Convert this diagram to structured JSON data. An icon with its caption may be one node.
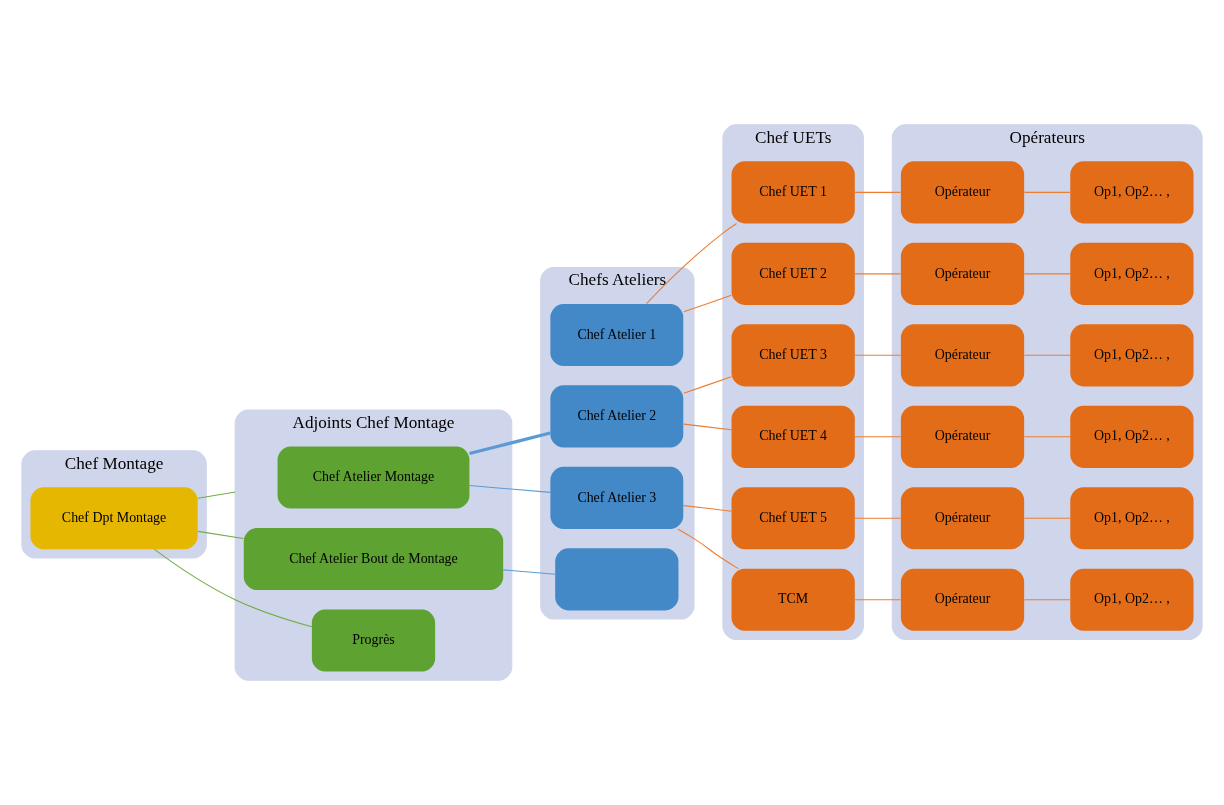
{
  "diagram": {
    "nodes": [
      {
        "text": [
          "Chef Montage"
        ]
      },
      {
        "text": [
          "Chef Dpt Montage"
        ],
        "in": 0
      },
      {
        "text": [
          "Adjoints Chef Montage"
        ]
      },
      {
        "text": [
          "Chef Atelier Montage"
        ],
        "in": 2
      },
      {
        "text": [
          "Chef Atelier Bout de Montage"
        ],
        "in": 2
      },
      {
        "text": [
          "Progrès"
        ],
        "in": 2
      },
      {
        "text": [
          "Chefs Ateliers"
        ]
      },
      {
        "text": [
          "Chef Atelier 1"
        ],
        "in": 6
      },
      {
        "text": [
          "Chef Atelier 2"
        ],
        "in": 6
      },
      {
        "text": [
          "Chef Atelier 3"
        ],
        "in": 6
      },
      {
        "text": [],
        "shape": "box",
        "in": 6
      },
      {
        "text": [
          "Chef UETs"
        ]
      },
      {
        "text": [
          "Chef UET 1"
        ],
        "in": 11
      },
      {
        "text": [
          "Chef UET 2"
        ],
        "in": 11
      },
      {
        "text": [
          "Chef UET 3"
        ],
        "in": 11
      },
      {
        "text": [
          "Chef UET 4"
        ],
        "in": 11
      },
      {
        "text": [
          "Chef UET 5"
        ],
        "in": 11
      },
      {
        "text": [
          "TCM"
        ],
        "in": 11
      },
      {
        "text": [
          "Opérateurs"
        ]
      },
      {
        "text": [
          "Opérateur"
        ],
        "in": 18
      },
      {
        "text": [
          "Op1, Op2… ,"
        ],
        "in": 18
      },
      {
        "text": [
          "Opérateur"
        ],
        "in": 18
      },
      {
        "text": [
          "Op1, Op2… ,"
        ],
        "in": 18
      },
      {
        "text": [
          "Opérateur"
        ],
        "in": 18
      },
      {
        "text": [
          "Op1, Op2… ,"
        ],
        "in": 18
      },
      {
        "text": [
          "Opérateur"
        ],
        "in": 18
      },
      {
        "text": [
          "Op1, Op2… ,"
        ],
        "in": 18
      },
      {
        "text": [
          "Opérateur"
        ],
        "in": 18
      },
      {
        "text": [
          "Op1, Op2… ,"
        ],
        "in": 18
      },
      {
        "text": [
          "Opérateur"
        ],
        "in": 18
      },
      {
        "text": [
          "Op1, Op2… ,"
        ],
        "in": 18
      }
    ],
    "edges": [
      {
        "from": 1,
        "to": 2,
        "arrow": "none",
        "color": "#70ad47"
      },
      {
        "from": 1,
        "to": 4,
        "arrow": "none",
        "color": "#70ad47"
      },
      {
        "from": 1,
        "to": 5,
        "arrow": "none",
        "color": "#70ad47"
      },
      {
        "from": 3,
        "to": 8,
        "arrow": "none",
        "style": "thick",
        "color": "#5b9bd5"
      },
      {
        "from": 3,
        "to": 9,
        "arrow": "none",
        "color": "#5b9bd5"
      },
      {
        "from": 4,
        "to": 10,
        "arrow": "none",
        "color": "#5b9bd5"
      },
      {
        "from": 7,
        "to": 12,
        "arrow": "none"
      },
      {
        "from": 7,
        "to": 13,
        "arrow": "none"
      },
      {
        "from": 8,
        "to": 14,
        "arrow": "none"
      },
      {
        "from": 8,
        "to": 15,
        "arrow": "none"
      },
      {
        "from": 9,
        "to": 16,
        "arrow": "none"
      },
      {
        "from": 9,
        "to": 17,
        "arrow": "none"
      },
      {
        "from": 12,
        "to": 19,
        "arrow": "none"
      },
      {
        "from": 19,
        "to": 20,
        "arrow": "none"
      },
      {
        "from": 13,
        "to": 21,
        "arrow": "none"
      },
      {
        "from": 21,
        "to": 22,
        "arrow": "none"
      },
      {
        "from": 14,
        "to": 23,
        "arrow": "none"
      },
      {
        "from": 23,
        "to": 24,
        "arrow": "none"
      },
      {
        "from": 15,
        "to": 25,
        "arrow": "none"
      },
      {
        "from": 25,
        "to": 26,
        "arrow": "none"
      },
      {
        "from": 16,
        "to": 27,
        "arrow": "none"
      },
      {
        "from": 27,
        "to": 28,
        "arrow": "none"
      },
      {
        "from": 17,
        "to": 29,
        "arrow": "none"
      },
      {
        "from": 29,
        "to": 30,
        "arrow": "none"
      }
    ]
  }
}
